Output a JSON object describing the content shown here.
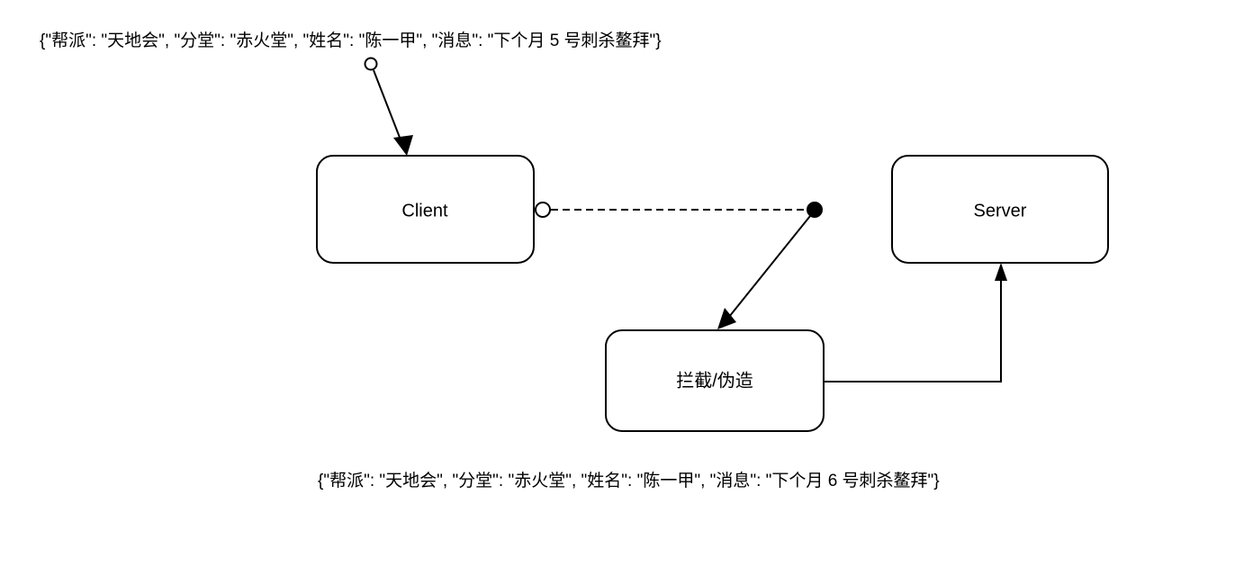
{
  "diagram": {
    "title": "man-in-the-middle-message-tampering",
    "nodes": [
      {
        "id": "client",
        "label": "Client"
      },
      {
        "id": "server",
        "label": "Server"
      },
      {
        "id": "mitm",
        "label": "拦截/伪造"
      }
    ],
    "annotations": {
      "original_message": "{\"帮派\": \"天地会\", \"分堂\": \"赤火堂\", \"姓名\": \"陈一甲\", \"消息\": \"下个月 5 号刺杀鳌拜\"}",
      "forged_message": "{\"帮派\": \"天地会\", \"分堂\": \"赤火堂\", \"姓名\": \"陈一甲\", \"消息\": \"下个月 6 号刺杀鳌拜\"}"
    },
    "edges": [
      {
        "id": "message-to-client",
        "from": "original_message",
        "to": "client",
        "style": "solid",
        "start_marker": "hollow-circle",
        "end_marker": "arrow"
      },
      {
        "id": "client-to-interceptor",
        "from": "client",
        "to": "intercept-point",
        "style": "dashed",
        "start_marker": "hollow-circle",
        "end_marker": "filled-circle"
      },
      {
        "id": "interceptor-to-mitm",
        "from": "intercept-point",
        "to": "mitm",
        "style": "solid",
        "start_marker": "none",
        "end_marker": "arrow"
      },
      {
        "id": "mitm-to-server",
        "from": "mitm",
        "to": "server",
        "style": "solid",
        "start_marker": "none",
        "end_marker": "arrow"
      }
    ],
    "colors": {
      "stroke": "#000000",
      "fill": "#ffffff",
      "text": "#000000"
    }
  }
}
